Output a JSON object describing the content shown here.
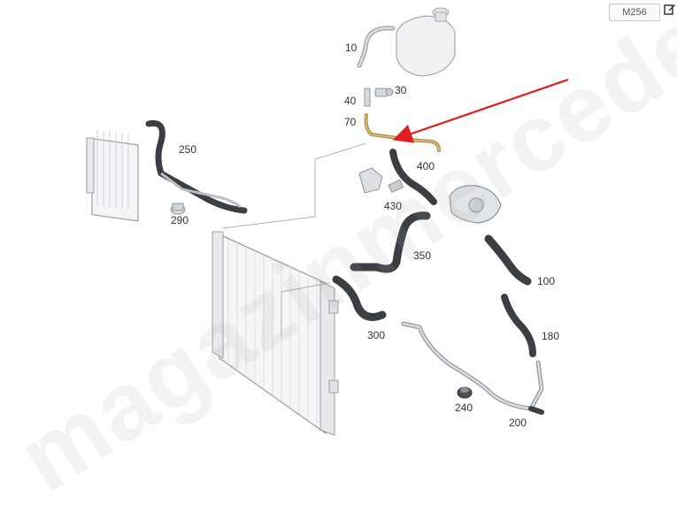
{
  "model_badge": "M256",
  "watermark": "magazinmercedes.ru",
  "accent_color": "#e01e1e",
  "icons": {
    "edit": "edit-icon"
  },
  "callouts": {
    "p10": "10",
    "p30": "30",
    "p40": "40",
    "p70": "70",
    "p100": "100",
    "p180": "180",
    "p200": "200",
    "p240": "240",
    "p250": "250",
    "p290": "290",
    "p300": "300",
    "p350": "350",
    "p400": "400",
    "p430": "430"
  }
}
